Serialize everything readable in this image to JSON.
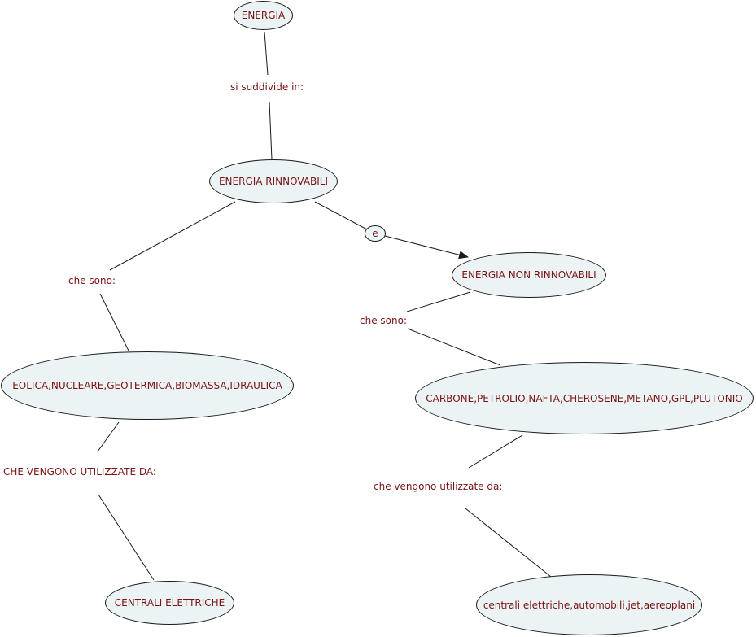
{
  "concept_map": {
    "nodes": {
      "energia": "ENERGIA",
      "rinnovabili": "ENERGIA RINNOVABILI",
      "non_rinnovabili": "ENERGIA NON RINNOVABILI",
      "fonti_rinnovabili": "EOLICA,NUCLEARE,GEOTERMICA,BIOMASSA,IDRAULICA",
      "fonti_non_rinnovabili": "CARBONE,PETROLIO,NAFTA,CHEROSENE,METANO,GPL,PLUTONIO",
      "centrali": "CENTRALI ELETTRICHE",
      "usi_non_rinnovabili": "centrali elettriche,automobili,jet,aereoplani"
    },
    "link_labels": {
      "suddivide": "si suddivide in:",
      "e": "e",
      "che_sono_left": "che sono:",
      "che_sono_right": "che sono:",
      "vengono_upper": "CHE VENGONO UTILIZZATE DA:",
      "vengono_lower": "che vengono utilizzate da:"
    }
  },
  "colors": {
    "node_fill": "#ebf3f5",
    "text": "#7a1212",
    "line": "#1a1a1a"
  }
}
